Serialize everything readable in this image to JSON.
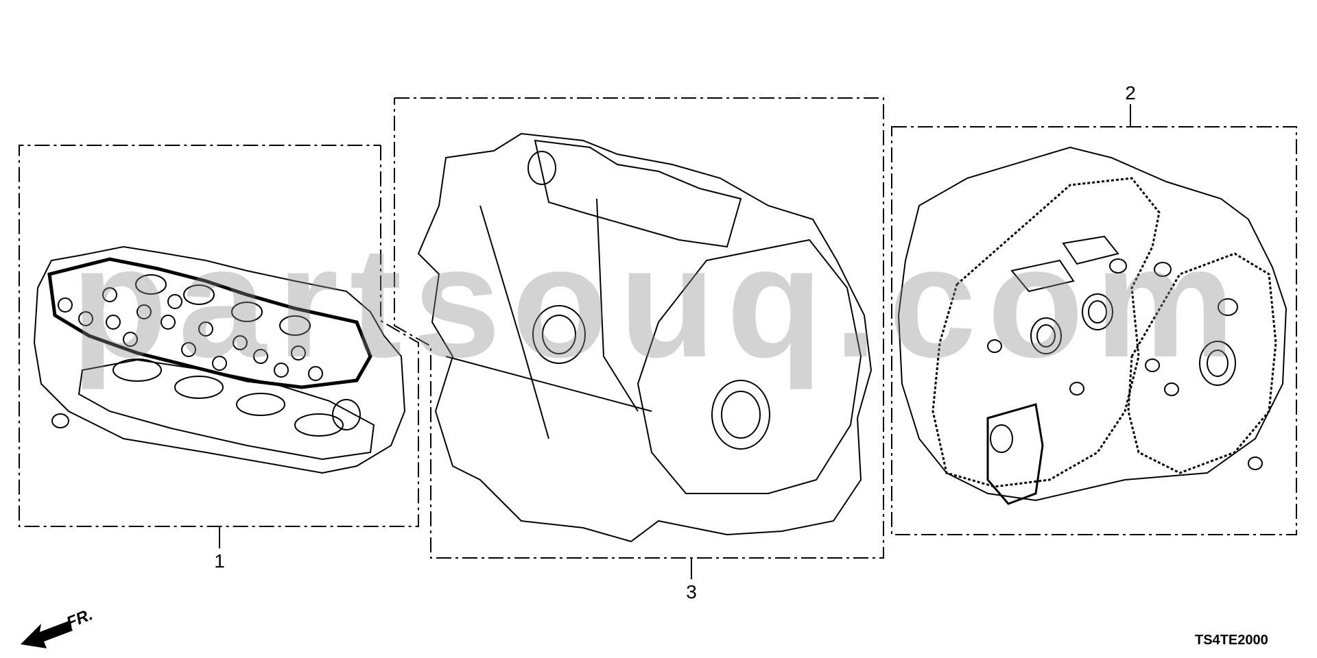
{
  "diagram": {
    "callouts": [
      {
        "id": "1",
        "label": "1"
      },
      {
        "id": "2",
        "label": "2"
      },
      {
        "id": "3",
        "label": "3"
      }
    ],
    "drawing_code": "TS4TE2000",
    "direction_label": "FR.",
    "watermark_text": "partsouq.com",
    "colors": {
      "line": "#000000",
      "watermark": "#8c8c8c",
      "background": "#ffffff"
    }
  }
}
